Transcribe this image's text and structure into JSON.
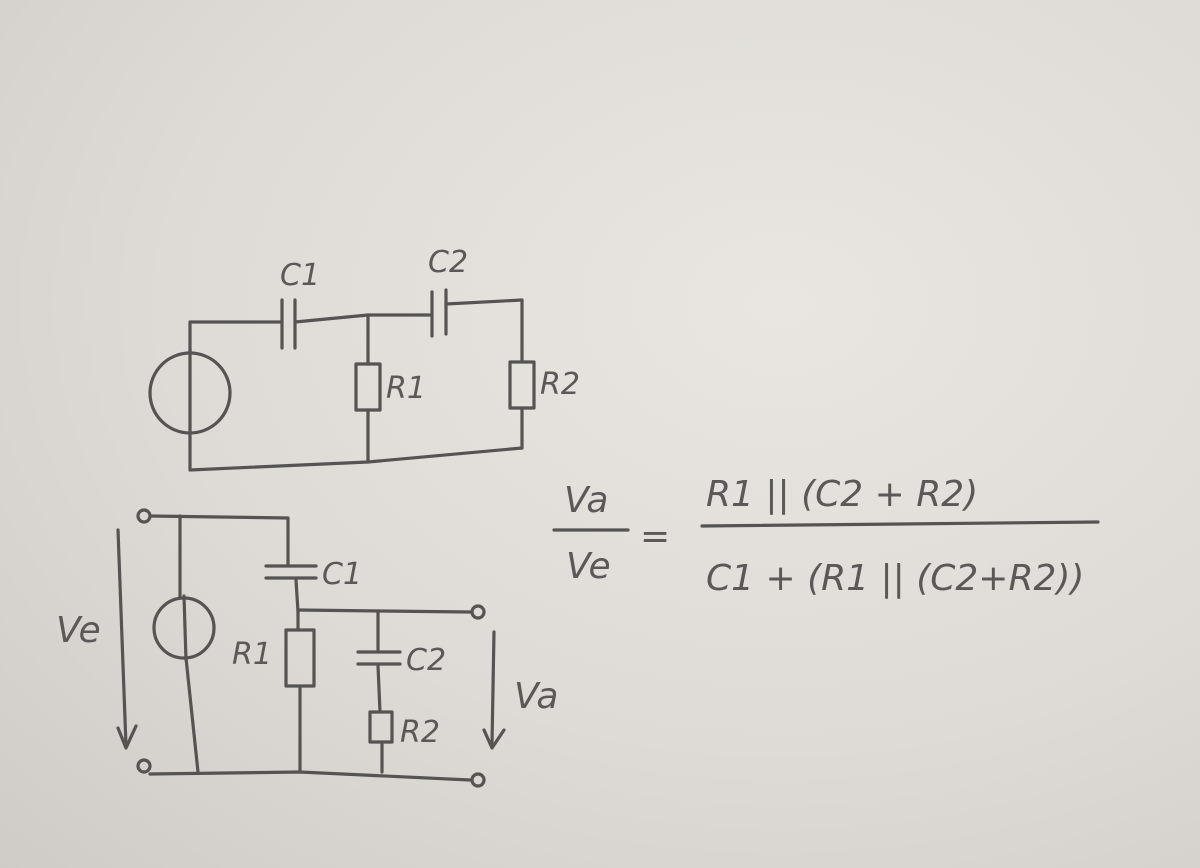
{
  "circuit_top": {
    "labels": {
      "c1": "C1",
      "c2": "C2",
      "r1": "R1",
      "r2": "R2"
    }
  },
  "circuit_bottom": {
    "labels": {
      "c1": "C1",
      "c2": "C2",
      "r1": "R1",
      "r2": "R2",
      "ve": "Ve",
      "va": "Va"
    }
  },
  "formula": {
    "ratio_num": "Va",
    "ratio_den": "Ve",
    "equals": "=",
    "rhs_num": "R1 || (C2 + R2)",
    "rhs_den": "C1 + (R1 || (C2+R2))"
  },
  "colors": {
    "pencil": "#555452",
    "paper": "#e4e1dc"
  }
}
